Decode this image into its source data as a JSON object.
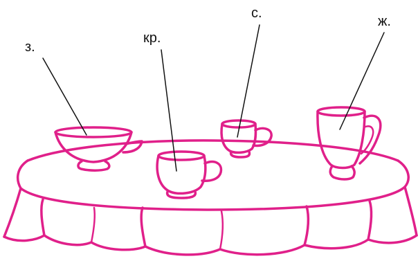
{
  "labels": {
    "cup_z": "з.",
    "cup_kr": "кр.",
    "cup_s": "с.",
    "cup_zh": "ж."
  },
  "colors": {
    "drawing": "#e0208a",
    "leader": "#111111",
    "background": "#ffffff"
  }
}
